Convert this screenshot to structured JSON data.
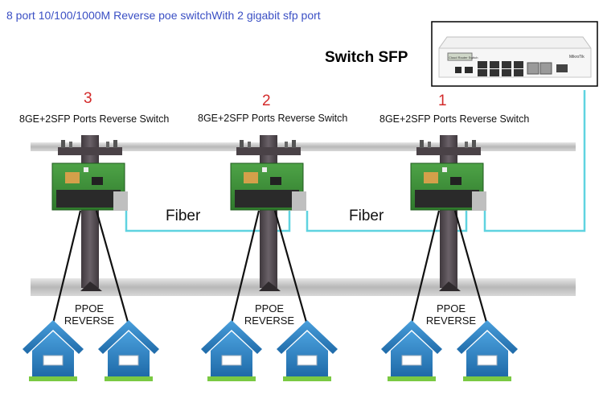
{
  "title": "8 port 10/100/1000M Reverse poe switchWith 2 gigabit sfp port",
  "switch_sfp_label": "Switch SFP",
  "device_screen_text": [
    "Cloud Router Switch",
    "MikroTik"
  ],
  "switches": [
    {
      "number": "3",
      "label": "8GE+2SFP Ports Reverse  Switch",
      "pppoe_line1": "PPOE",
      "pppoe_line2": "REVERSE"
    },
    {
      "number": "2",
      "label": "8GE+2SFP Ports Reverse  Switch",
      "pppoe_line1": "PPOE",
      "pppoe_line2": "REVERSE"
    },
    {
      "number": "1",
      "label": "8GE+2SFP Ports Reverse  Switch",
      "pppoe_line1": "PPOE",
      "pppoe_line2": "REVERSE"
    }
  ],
  "links": [
    {
      "label": "Fiber"
    },
    {
      "label": "Fiber"
    }
  ],
  "colors": {
    "title": "#3a4fc4",
    "number": "#d32a2a",
    "fiber_line": "#5fd3e0",
    "house": "#2e7fc0",
    "pole": "#5a5158",
    "board": "#3f8f3a"
  }
}
